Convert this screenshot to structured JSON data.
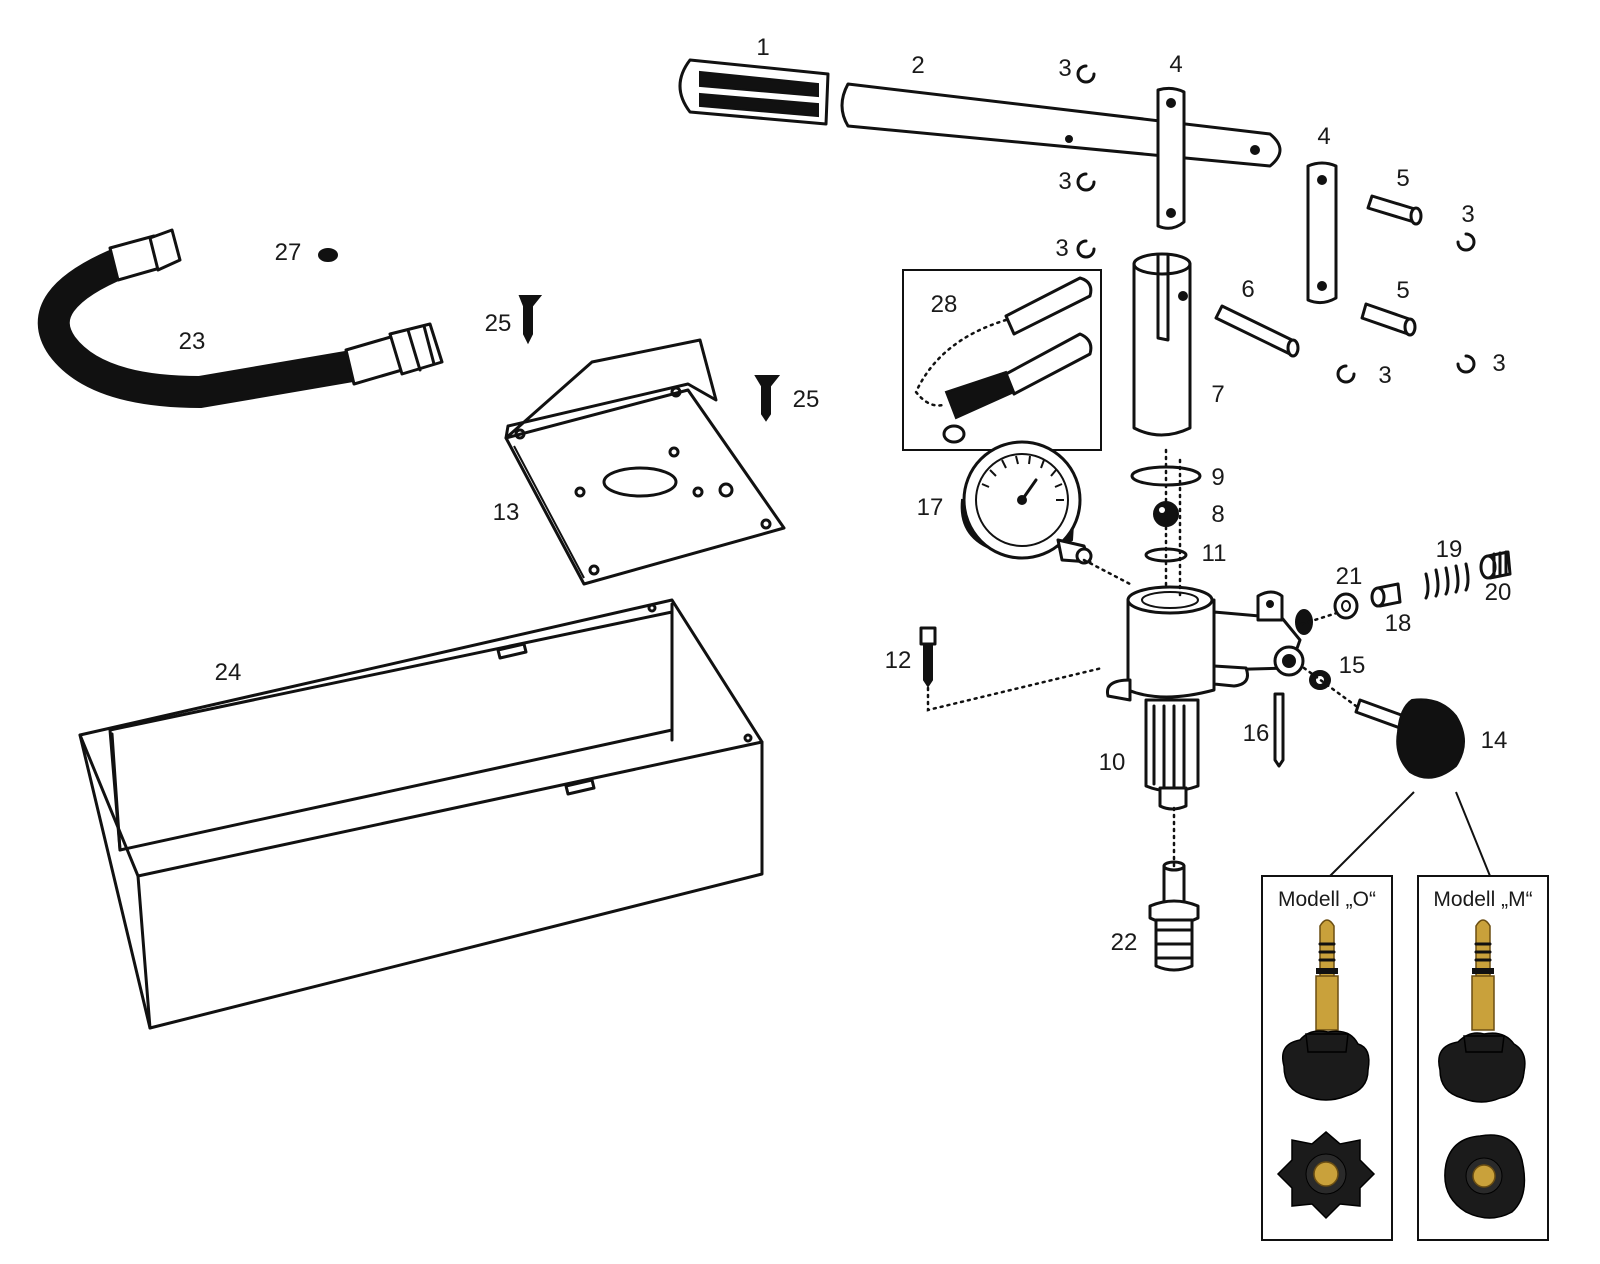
{
  "labels": {
    "p1": "1",
    "p2": "2",
    "p3a": "3",
    "p3b": "3",
    "p3c": "3",
    "p3d": "3",
    "p3e": "3",
    "p3f": "3",
    "p4a": "4",
    "p4b": "4",
    "p5a": "5",
    "p5b": "5",
    "p6": "6",
    "p7": "7",
    "p8": "8",
    "p9": "9",
    "p10": "10",
    "p11": "11",
    "p12": "12",
    "p13": "13",
    "p14": "14",
    "p15": "15",
    "p16": "16",
    "p17": "17",
    "p18": "18",
    "p19": "19",
    "p20": "20",
    "p21": "21",
    "p22": "22",
    "p23": "23",
    "p24": "24",
    "p25a": "25",
    "p25b": "25",
    "p27": "27",
    "p28": "28"
  },
  "insets": {
    "model_o": "Modell „O“",
    "model_m": "Modell „M“"
  }
}
